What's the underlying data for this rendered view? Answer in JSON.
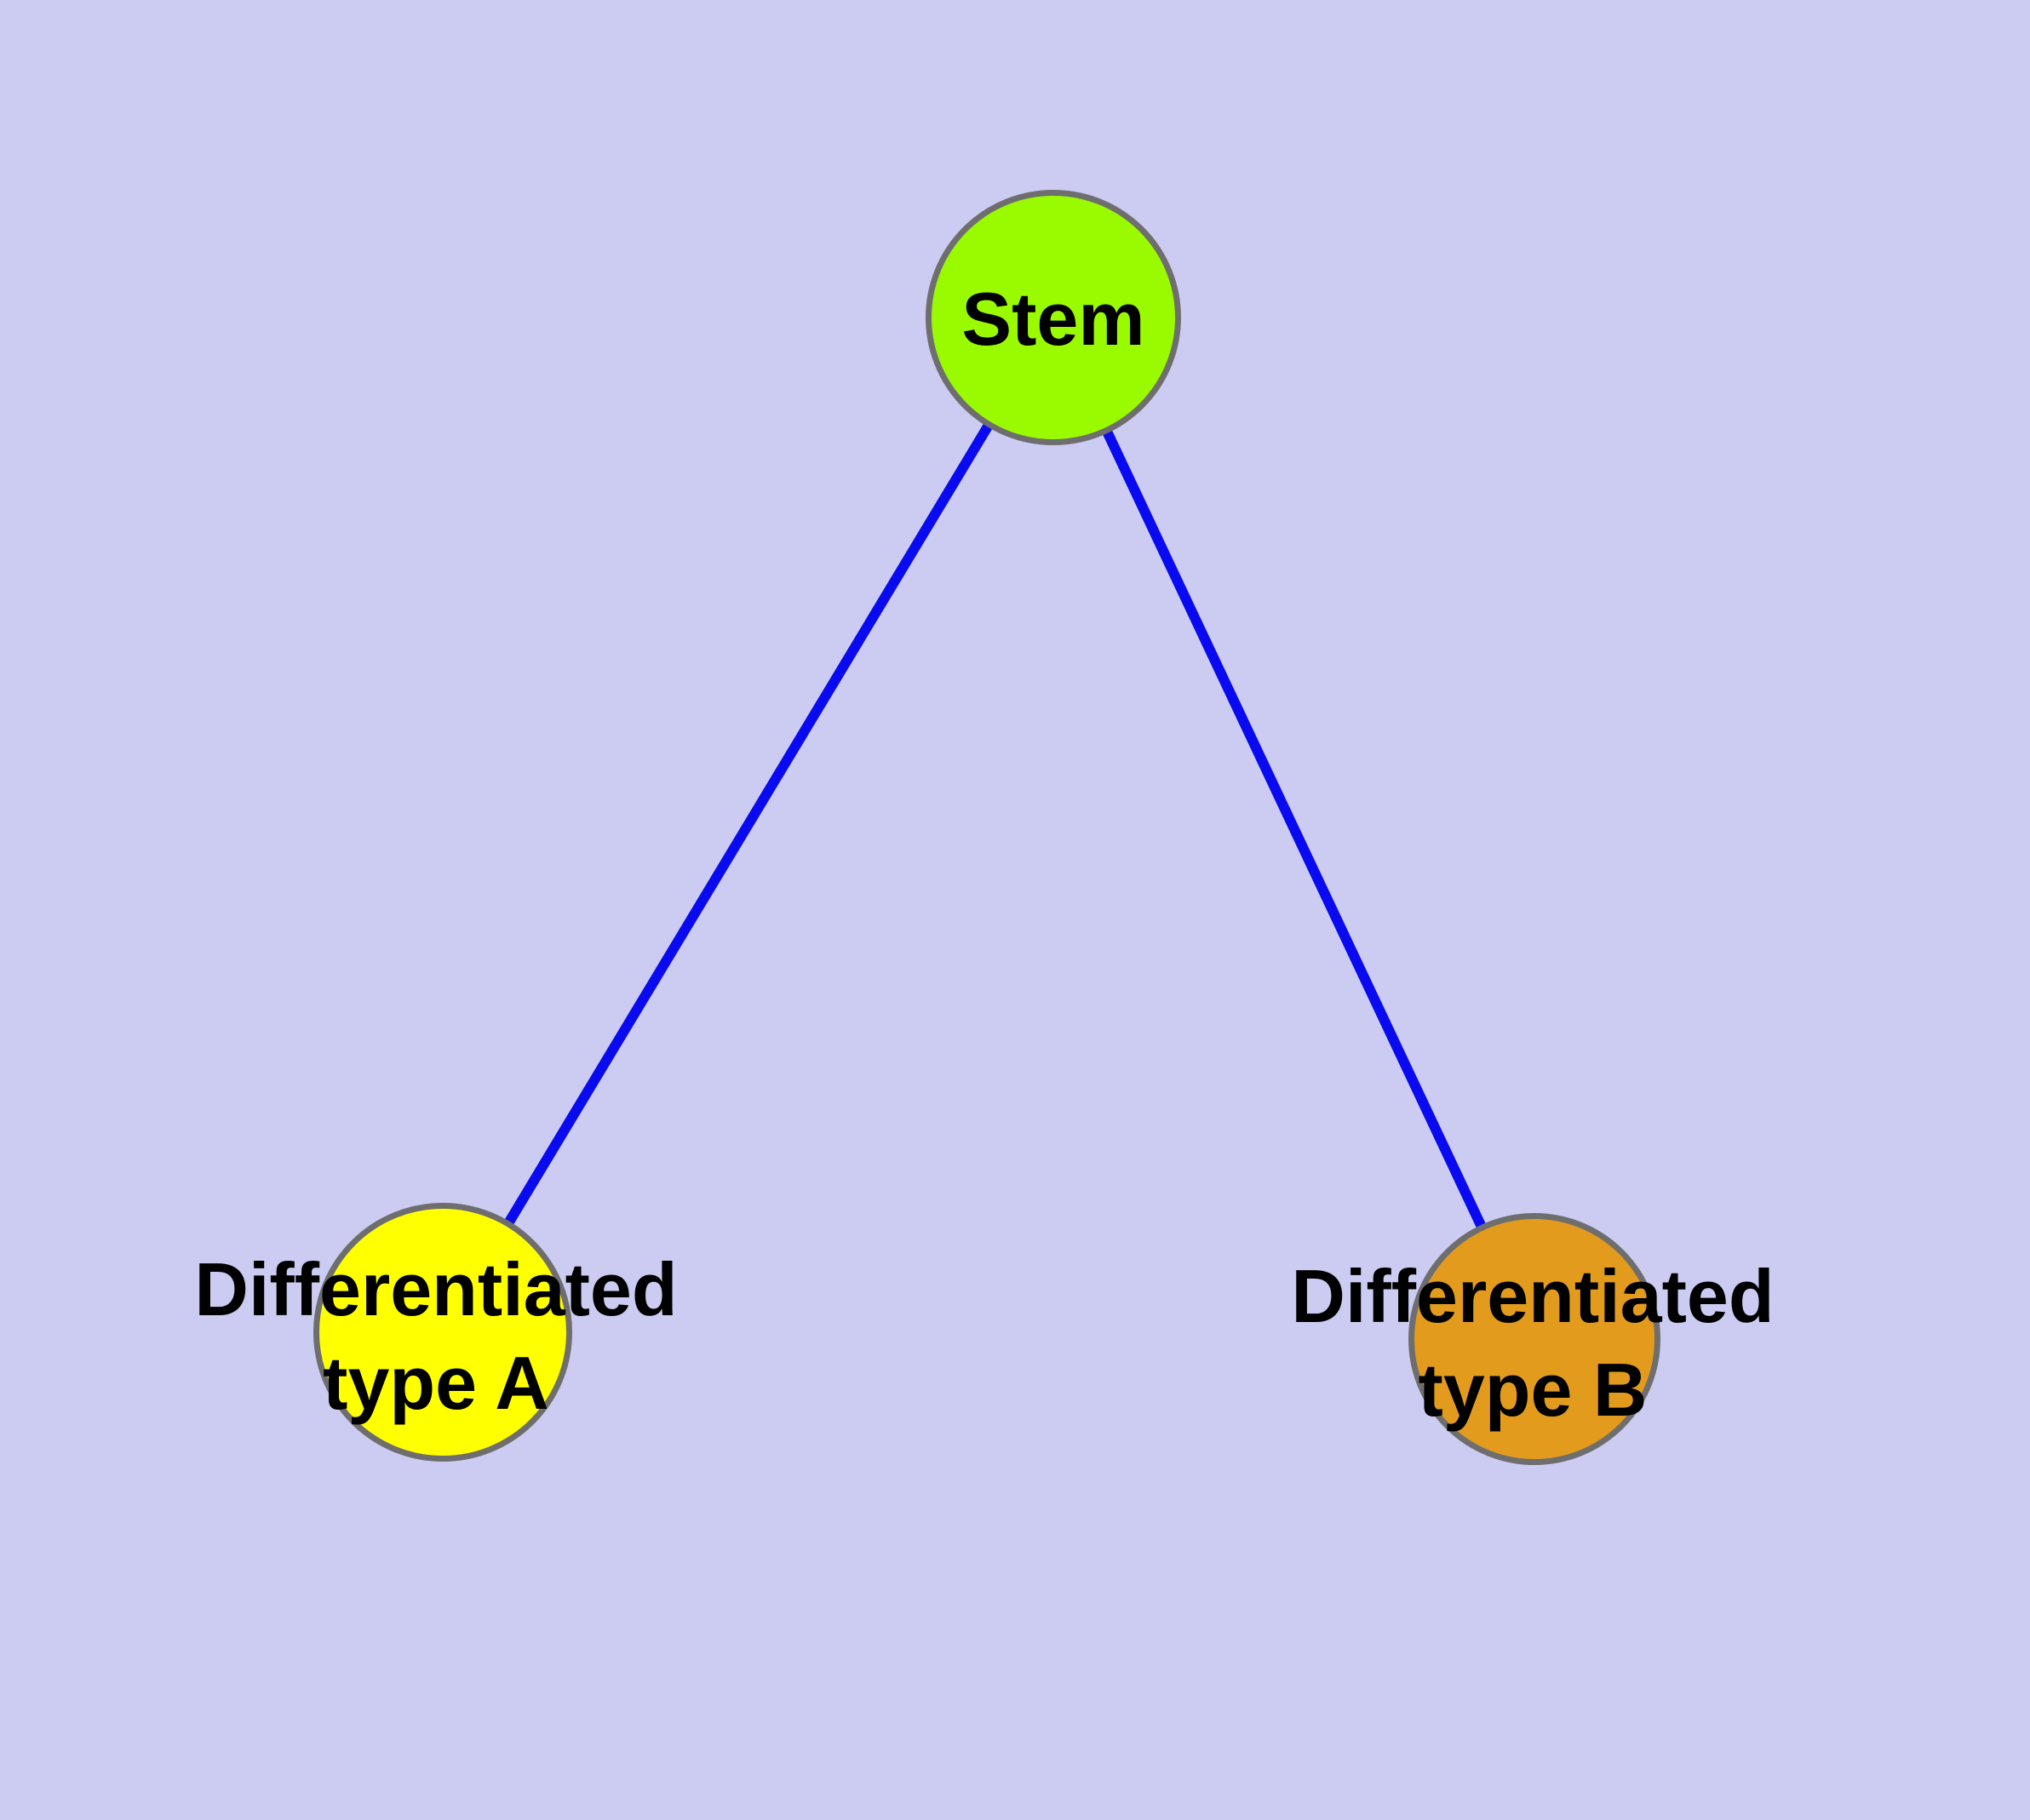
{
  "diagram": {
    "type": "graph",
    "description": "Cell differentiation diagram: a Stem node connected to two differentiated cell type nodes",
    "background_color": "#CCCCF2",
    "edge_color": "#0A0AF0",
    "node_border_color": "#6E6E6E",
    "text_color": "#000000",
    "nodes": [
      {
        "id": "stem",
        "label": "Stem",
        "fill": "#9AFB00"
      },
      {
        "id": "type-a",
        "label": "Differentiated\ntype A",
        "fill": "#FFFF00"
      },
      {
        "id": "type-b",
        "label": "Differentiated\ntype B",
        "fill": "#E39B1E"
      }
    ],
    "edges": [
      {
        "from": "stem",
        "to": "type-a"
      },
      {
        "from": "stem",
        "to": "type-b"
      }
    ]
  }
}
